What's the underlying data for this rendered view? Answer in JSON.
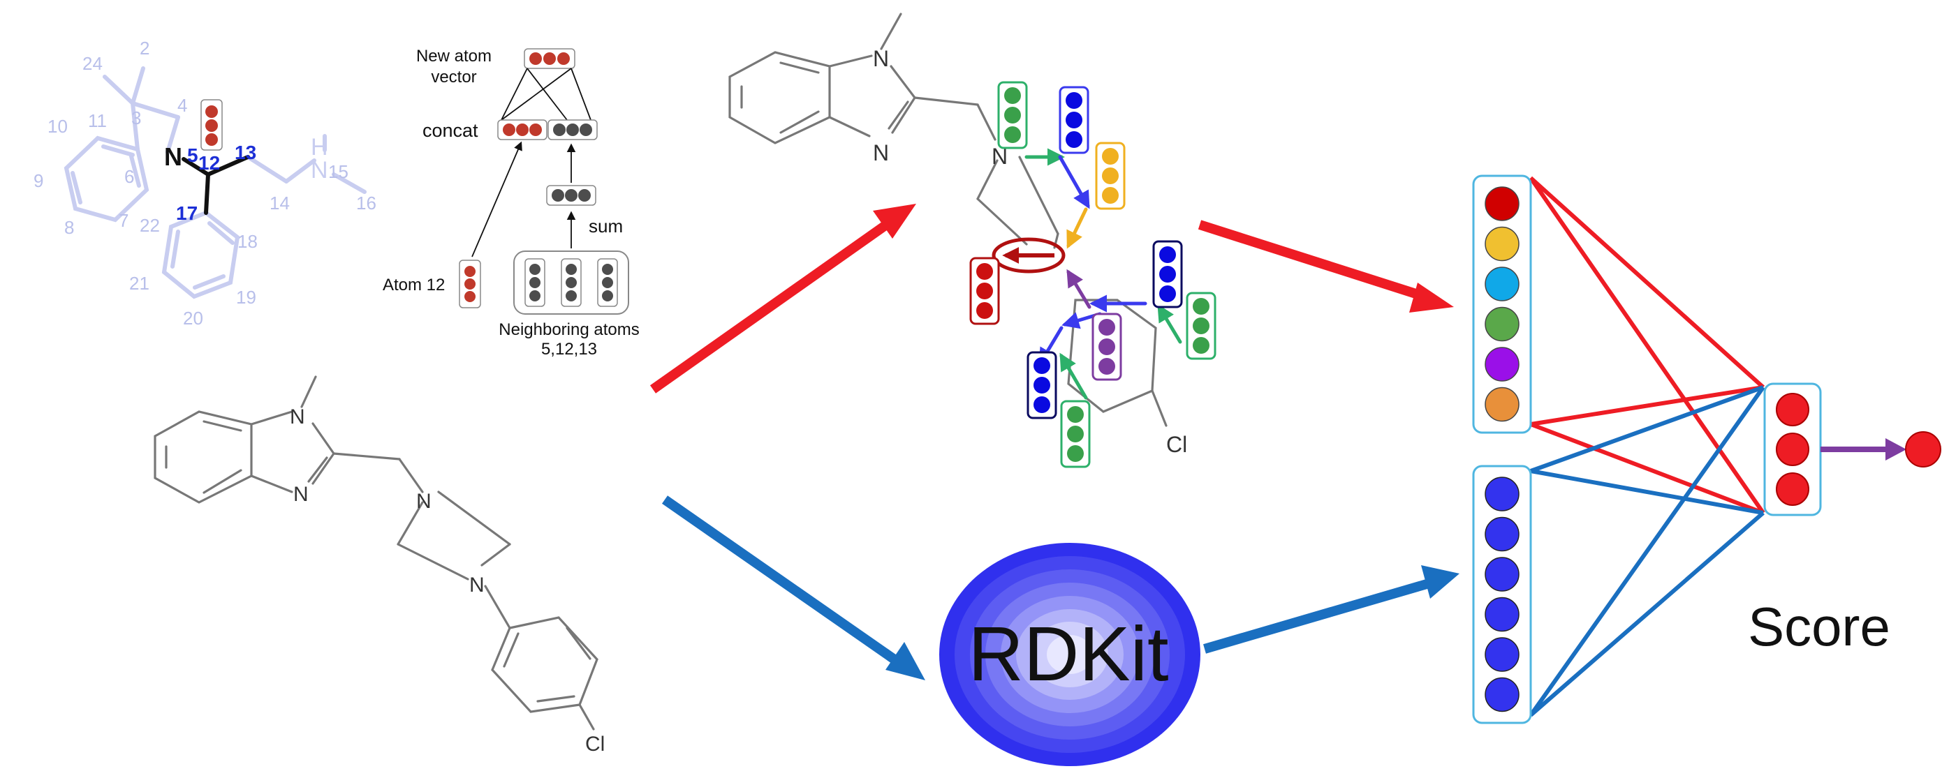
{
  "mol_small": {
    "atoms": [
      {
        "text": "24",
        "color": "#b8bfea"
      },
      {
        "text": "2",
        "color": "#b8bfea"
      },
      {
        "text": "4",
        "color": "#b8bfea"
      },
      {
        "text": "3",
        "color": "#b8bfea"
      },
      {
        "text": "10",
        "color": "#b8bfea"
      },
      {
        "text": "11",
        "color": "#b8bfea"
      },
      {
        "text": "9",
        "color": "#b8bfea"
      },
      {
        "text": "6",
        "color": "#b8bfea"
      },
      {
        "text": "8",
        "color": "#b8bfea"
      },
      {
        "text": "7",
        "color": "#b8bfea"
      },
      {
        "text": "22",
        "color": "#b8bfea"
      },
      {
        "text": "18",
        "color": "#b8bfea"
      },
      {
        "text": "21",
        "color": "#b8bfea"
      },
      {
        "text": "19",
        "color": "#b8bfea"
      },
      {
        "text": "20",
        "color": "#b8bfea"
      },
      {
        "text": "14",
        "color": "#b8bfea"
      },
      {
        "text": "15",
        "color": "#b8bfea"
      },
      {
        "text": "16",
        "color": "#b8bfea"
      },
      {
        "text": "5",
        "color": "#1c2fd6"
      },
      {
        "text": "12",
        "color": "#1c2fd6"
      },
      {
        "text": "13",
        "color": "#1c2fd6"
      },
      {
        "text": "17",
        "color": "#1c2fd6"
      }
    ],
    "n_label": "N",
    "h_label": "H",
    "nh_n_label": "N"
  },
  "conv": {
    "title_line1": "New atom",
    "title_line2": "vector",
    "concat": "concat",
    "sum": "sum",
    "atom12": "Atom 12",
    "neighbors_line1": "Neighboring atoms",
    "neighbors_line2": "5,12,13"
  },
  "mol_main": {
    "n1": "N",
    "n2": "N",
    "n3": "N",
    "n4": "N",
    "cl": "Cl"
  },
  "mol_top": {
    "n1": "N",
    "n2": "N",
    "n3": "N",
    "cl": "Cl"
  },
  "rdkit": {
    "label": "RDKit"
  },
  "score": {
    "label": "Score"
  },
  "colors": {
    "red_arrow": "#ee1c24",
    "blue_arrow": "#1a6fc0",
    "atom_red": "#c1392b",
    "atom_gray": "#4d4d4d",
    "neural_blue": "#3333ee",
    "output_red": "#ee1c24",
    "purple": "#7d3ca0",
    "frame_cyan": "#4fb6e0"
  },
  "feature_vector_colors": [
    "#d00000",
    "#f0c030",
    "#10a8e8",
    "#5aa84a",
    "#9a10e8",
    "#e8903a"
  ],
  "icons": [
    "rdkit-logo",
    "molecule-graph"
  ]
}
